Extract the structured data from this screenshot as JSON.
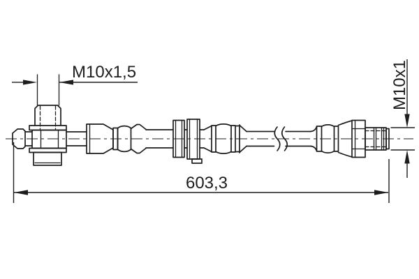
{
  "page": {
    "background": "#ffffff"
  },
  "drawing": {
    "type": "technical-line-drawing",
    "subject": "brake hose side view",
    "line_color": "#1d1d1d",
    "labels": {
      "left_thread": "M10x1,5",
      "right_thread": "M10x1",
      "overall_length": "603,3"
    }
  }
}
